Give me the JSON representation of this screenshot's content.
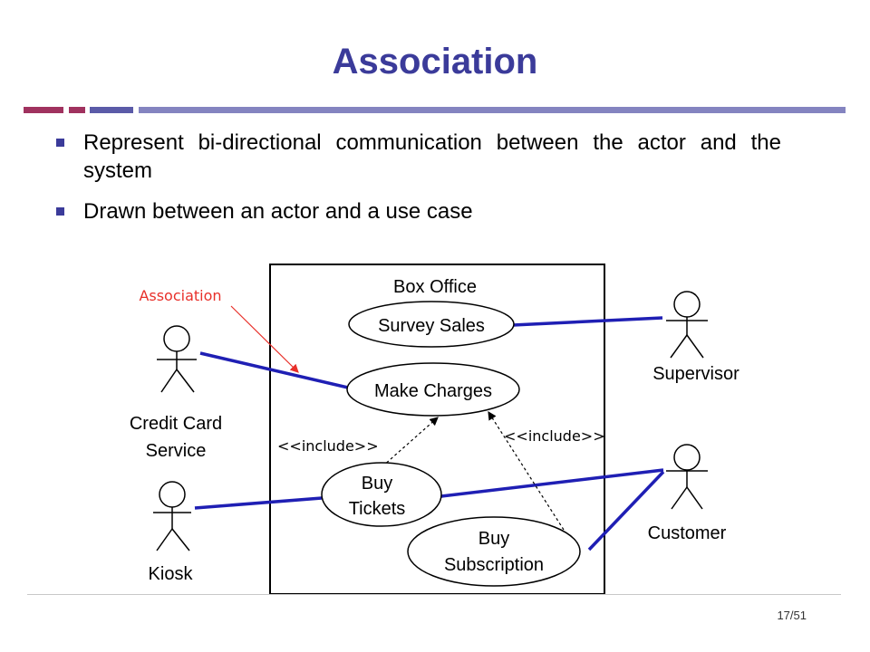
{
  "slide": {
    "title": "Association",
    "bullets": [
      "Represent bi-directional communication between the actor and the system",
      "Drawn between an actor and a use case"
    ],
    "accent_color": "#3b3b9a",
    "rule_colors": [
      "#a0325f",
      "#5b5ba8",
      "#8484c0"
    ],
    "page_number": "17/51"
  },
  "diagram": {
    "system_name": "Box Office",
    "annotation": "Association",
    "annotation_color": "#e8302a",
    "association_color": "#1f1fb4",
    "actors": {
      "credit_card_service": "Credit Card\nService",
      "kiosk": "Kiosk",
      "supervisor": "Supervisor",
      "customer": "Customer"
    },
    "use_cases": {
      "survey_sales": "Survey Sales",
      "make_charges": "Make Charges",
      "buy_tickets": "Buy\nTickets",
      "buy_subscription": "Buy\nSubscription"
    },
    "include_label": "<<include>>"
  }
}
